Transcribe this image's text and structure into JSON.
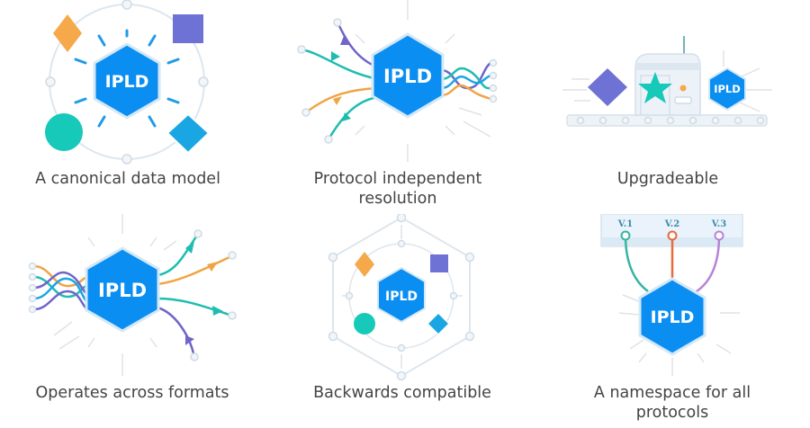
{
  "hex_label": "IPLD",
  "colors": {
    "hex": "#0b8ef2",
    "hex_stroke": "#d5e8f6",
    "ray": "#dfe3e6",
    "circle": "#dde6ee",
    "dot_fill": "#f2f6f9",
    "orange": "#f5a94a",
    "purple": "#6e72d4",
    "teal": "#17c9b8",
    "blue": "#1aa6e3",
    "orange_line": "#f0a443",
    "purple_line": "#7065c8",
    "teal_line": "#1ebdb0",
    "version_purple": "#b783d9",
    "version_orange": "#e56a3d",
    "version_teal": "#36b5a1"
  },
  "features": [
    {
      "id": "canonical",
      "caption": "A canonical data model",
      "icons": [
        "orange-diamond",
        "purple-square",
        "teal-circle",
        "blue-diamond"
      ]
    },
    {
      "id": "protocol",
      "caption_lines": [
        "Protocol independent",
        "resolution"
      ]
    },
    {
      "id": "upgradeable",
      "caption": "Upgradeable"
    },
    {
      "id": "operates",
      "caption": "Operates across formats"
    },
    {
      "id": "backwards",
      "caption": "Backwards compatible"
    },
    {
      "id": "namespace",
      "caption_lines": [
        "A namespace for all",
        "protocols"
      ]
    }
  ],
  "versions": [
    "V.1",
    "V.2",
    "V.3"
  ]
}
